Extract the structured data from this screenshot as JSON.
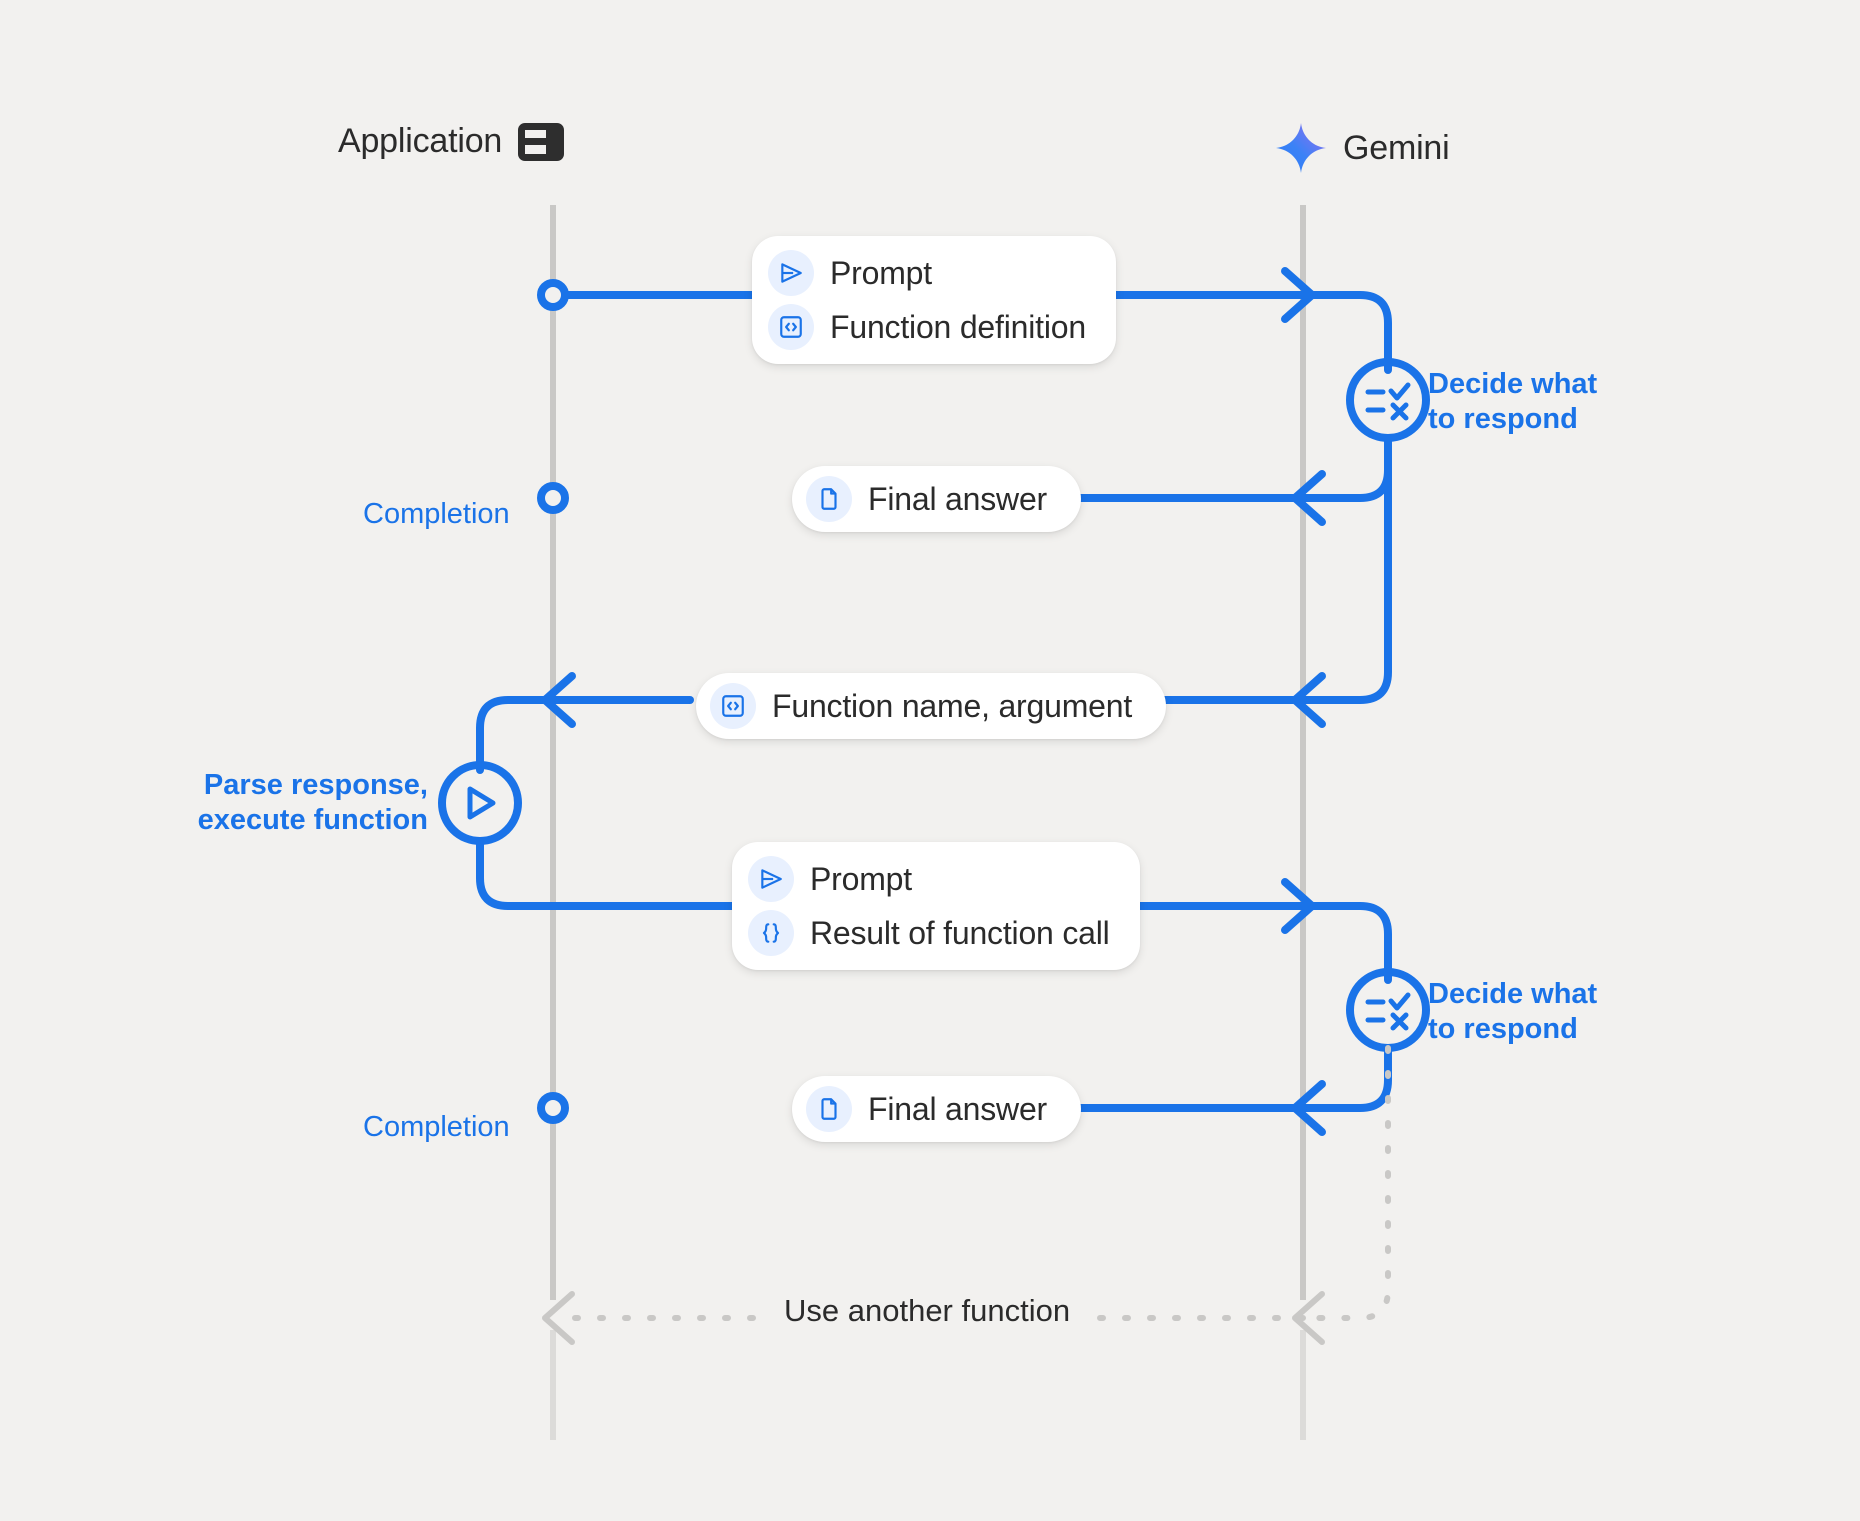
{
  "page": {
    "background": "#f2f1ef",
    "accent_blue": "#1a73e8",
    "text_dark": "#2b2b2b",
    "muted_gray": "#c9c8c6"
  },
  "headers": {
    "application": {
      "label": "Application",
      "icon": "dashboard-layout-icon"
    },
    "gemini": {
      "label": "Gemini",
      "icon": "gemini-sparkle-icon"
    }
  },
  "side_labels": {
    "completion_1": "Completion",
    "completion_2": "Completion",
    "parse_execute": "Parse response,\nexecute function",
    "decide_1": "Decide what\nto respond",
    "decide_2": "Decide what\nto respond"
  },
  "messages": {
    "request_1": {
      "rows": [
        {
          "label": "Prompt",
          "icon": "send-triangle-icon"
        },
        {
          "label": "Function definition",
          "icon": "code-brackets-box-icon"
        }
      ]
    },
    "response_1": {
      "rows": [
        {
          "label": "Final answer",
          "icon": "document-icon"
        }
      ]
    },
    "function_call": {
      "rows": [
        {
          "label": "Function name,  argument",
          "icon": "code-brackets-box-icon"
        }
      ]
    },
    "request_2": {
      "rows": [
        {
          "label": "Prompt",
          "icon": "send-triangle-icon"
        },
        {
          "label": "Result of function call",
          "icon": "curly-braces-icon"
        }
      ]
    },
    "response_2": {
      "rows": [
        {
          "label": "Final answer",
          "icon": "document-icon"
        }
      ]
    }
  },
  "nodes": {
    "decide_1_icon": "rules-check-cross-icon",
    "decide_2_icon": "rules-check-cross-icon",
    "parse_icon": "play-circle-icon"
  },
  "loop": {
    "caption": "Use another function",
    "style": "dashed",
    "color": "#c9c8c6"
  }
}
